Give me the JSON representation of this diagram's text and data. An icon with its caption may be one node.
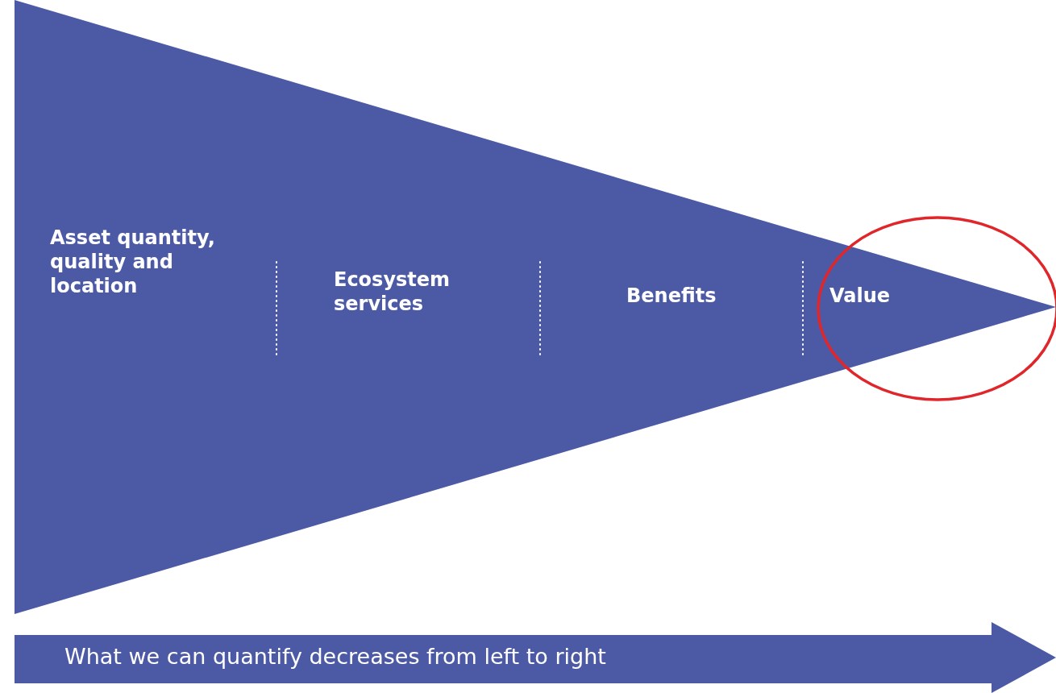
{
  "diagram": {
    "nodes": [
      {
        "text": [],
        "shape": "triangle"
      },
      {
        "text": [
          "Asset quantity, quality and location"
        ],
        "in": 0
      },
      {
        "text": [
          "Ecosystem services"
        ],
        "in": 0
      },
      {
        "text": [
          "Benefits"
        ],
        "in": 0
      },
      {
        "text": [
          "Value"
        ],
        "in": 0
      },
      {
        "text": [
          "What we can quantify decreases from left to right"
        ]
      }
    ]
  }
}
